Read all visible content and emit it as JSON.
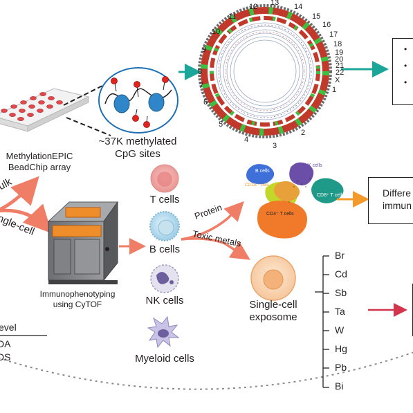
{
  "array": {
    "sites_line1": "~37K methylated",
    "sites_line2": "CpG sites",
    "chip_line1": "MethylationEPIC",
    "chip_line2": "BeadChip array"
  },
  "branches": {
    "bulk": "Bulk",
    "single_cell": "Single-cell"
  },
  "cytof": {
    "line1": "Immunophenotyping",
    "line2": "using CyTOF"
  },
  "cells": {
    "t": "T cells",
    "b": "B cells",
    "nk": "NK cells",
    "myeloid": "Myeloid cells"
  },
  "paths": {
    "protein": "Protein",
    "toxic_metals": "Toxic metals"
  },
  "umap": {
    "b_cells": "B cells",
    "nk_cells": "NK cells",
    "cd11c": "CD11c⁺ cells",
    "cd8": "CD8⁺ T cells",
    "cd4": "CD4⁺ T cells"
  },
  "result_box": {
    "line1": "Differe",
    "line2": "immun"
  },
  "exposome": {
    "line1": "Single-cell",
    "line2": "exposome"
  },
  "metals": [
    "Br",
    "Cd",
    "Sb",
    "Ta",
    "W",
    "Hg",
    "Pb",
    "Bi"
  ],
  "circos_labels": [
    "13",
    "14",
    "15",
    "16",
    "17",
    "18",
    "19",
    "20",
    "21",
    "22",
    "X",
    "1",
    "2",
    "3",
    "4",
    "5",
    "6",
    "7",
    "8",
    "9",
    "10",
    "11",
    "12"
  ],
  "table": {
    "header": "evel",
    "rows": [
      "DA",
      "DS"
    ]
  },
  "colors": {
    "salmon": "#f07d66",
    "teal": "#1aa79a",
    "orange": "#f39a2a",
    "crimson": "#d3354f",
    "red_seg": "#c0392b",
    "green_seg": "#3fbf3f",
    "chip_blue": "#1f6fb5"
  }
}
